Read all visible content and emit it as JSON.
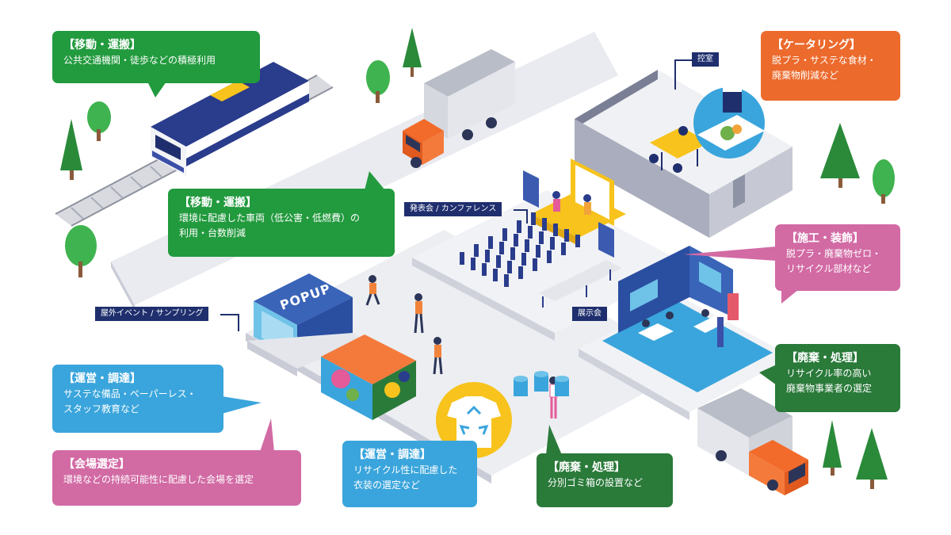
{
  "callouts": {
    "transport_rail": {
      "title": "【移動・運搬】",
      "body": [
        "公共交通機関・徒歩などの積極利用"
      ]
    },
    "transport_vehicle": {
      "title": "【移動・運搬】",
      "body": [
        "環境に配慮した車両（低公害・低燃費）の",
        "利用・台数削減"
      ]
    },
    "catering": {
      "title": "【ケータリング】",
      "body": [
        "脱プラ・サステな食材・",
        "廃棄物削減など"
      ]
    },
    "construction": {
      "title": "【施工・装飾】",
      "body": [
        "脱プラ・廃棄物ゼロ・",
        "リサイクル部材など"
      ]
    },
    "waste_vendor": {
      "title": "【廃棄・処理】",
      "body": [
        "リサイクル率の高い",
        "廃棄物事業者の選定"
      ]
    },
    "operation_supplies": {
      "title": "【運営・調達】",
      "body": [
        "サステな備品・ペーパーレス・",
        "スタッフ教育など"
      ]
    },
    "venue": {
      "title": "【会場選定】",
      "body": [
        "環境などの持続可能性に配慮した会場を選定"
      ]
    },
    "operation_costume": {
      "title": "【運営・調達】",
      "body": [
        "リサイクル性に配慮した",
        "衣装の選定など"
      ]
    },
    "waste_bins": {
      "title": "【廃棄・処理】",
      "body": [
        "分別ゴミ箱の設置など"
      ]
    }
  },
  "tags": {
    "waiting_room": "控室",
    "conference": "発表会 / カンファレンス",
    "outdoor": "屋外イベント / サンプリング",
    "exhibition": "展示会"
  },
  "signage": {
    "popup": "POPUP"
  },
  "colors": {
    "green": "#229a3e",
    "orange": "#ec6a2c",
    "pink": "#d26aa4",
    "blue": "#3aa5dc",
    "dark_green": "#2a7a3a",
    "navy": "#1f2f6e",
    "yellow": "#f7c31c",
    "truck_orange": "#f26b2a"
  }
}
